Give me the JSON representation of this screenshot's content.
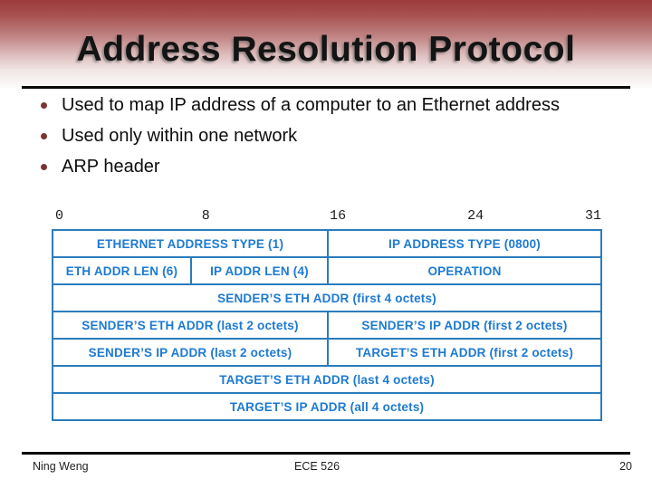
{
  "slide": {
    "title": "Address Resolution Protocol",
    "bullets": [
      {
        "text": "Used to map IP address of a computer to an Ethernet address"
      },
      {
        "text": "Used only within one network"
      },
      {
        "text": "ARP header"
      }
    ],
    "footer": {
      "author": "Ning Weng",
      "course": "ECE 526",
      "page_number": "20"
    }
  },
  "arp_diagram": {
    "bit_labels": [
      "0",
      "8",
      "16",
      "24",
      "31"
    ],
    "rows": [
      {
        "cells": [
          {
            "label": "ETHERNET ADDRESS TYPE (1)"
          },
          {
            "label": "IP ADDRESS TYPE (0800)"
          }
        ]
      },
      {
        "cells": [
          {
            "label": "ETH ADDR LEN (6)"
          },
          {
            "label": "IP ADDR LEN (4)"
          },
          {
            "label": "OPERATION"
          }
        ]
      },
      {
        "cells": [
          {
            "label": "SENDER’S ETH ADDR (first 4 octets)"
          }
        ]
      },
      {
        "cells": [
          {
            "label": "SENDER’S ETH ADDR (last 2 octets)"
          },
          {
            "label": "SENDER’S IP ADDR (first 2 octets)"
          }
        ]
      },
      {
        "cells": [
          {
            "label": "SENDER’S IP ADDR (last 2 octets)"
          },
          {
            "label": "TARGET’S ETH ADDR (first 2 octets)"
          }
        ]
      },
      {
        "cells": [
          {
            "label": "TARGET’S ETH ADDR (last 4 octets)"
          }
        ]
      },
      {
        "cells": [
          {
            "label": "TARGET’S IP ADDR (all 4 octets)"
          }
        ]
      }
    ]
  },
  "colors": {
    "header_gradient_top": "#9c3a3a",
    "table_border": "#2b7cbc",
    "table_text": "#1d7ad2",
    "bullet_dot": "#7d3232",
    "rule": "#0a0a0a"
  }
}
